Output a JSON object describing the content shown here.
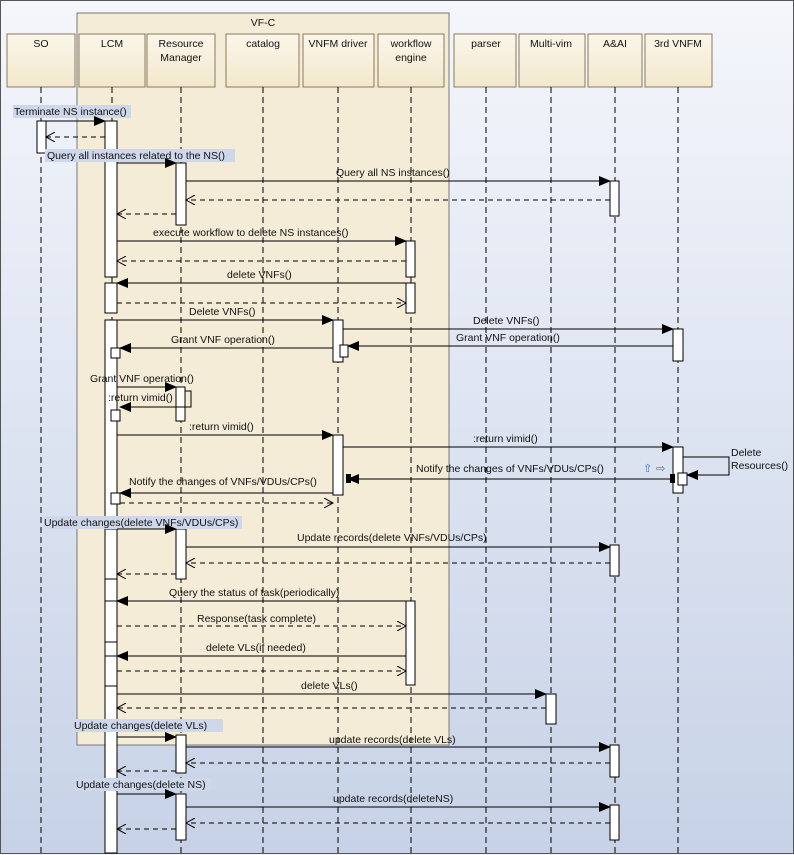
{
  "frame": {
    "title": "VF-C"
  },
  "lifelines": [
    {
      "id": "so",
      "lines": [
        "SO"
      ]
    },
    {
      "id": "lcm",
      "lines": [
        "LCM"
      ]
    },
    {
      "id": "rm",
      "lines": [
        "Resource",
        "Manager"
      ]
    },
    {
      "id": "catalog",
      "lines": [
        "catalog"
      ]
    },
    {
      "id": "vnfmdriver",
      "lines": [
        "VNFM driver"
      ]
    },
    {
      "id": "workflow",
      "lines": [
        "workflow",
        "engine"
      ]
    },
    {
      "id": "parser",
      "lines": [
        "parser"
      ]
    },
    {
      "id": "multivim",
      "lines": [
        "Multi-vim"
      ]
    },
    {
      "id": "aai",
      "lines": [
        "A&AI"
      ]
    },
    {
      "id": "vnfm3rd",
      "lines": [
        "3rd VNFM"
      ]
    }
  ],
  "messages": [
    {
      "id": "m1",
      "text": "Terminate NS instance()"
    },
    {
      "id": "m2",
      "text": "Query all instances related to the NS()"
    },
    {
      "id": "m3",
      "text": "Query all NS instances()"
    },
    {
      "id": "m4",
      "text": "execute workflow to delete NS  instances()"
    },
    {
      "id": "m5",
      "text": "delete VNFs()"
    },
    {
      "id": "m6",
      "text": "Delete VNFs()"
    },
    {
      "id": "m7",
      "text": "Delete VNFs()"
    },
    {
      "id": "m8",
      "text": "Grant VNF operation()"
    },
    {
      "id": "m9",
      "text": "Grant VNF operation()"
    },
    {
      "id": "m10",
      "text": "Grant VNF operation()"
    },
    {
      "id": "m11",
      "text": ":return vimid()"
    },
    {
      "id": "m12",
      "text": ":return vimid()"
    },
    {
      "id": "m13",
      "text": ":return vimid()"
    },
    {
      "id": "m14",
      "text": "Delete"
    },
    {
      "id": "m14b",
      "text": "Resources()"
    },
    {
      "id": "m15",
      "text": "Notify the changes of VNFs/VDUs/CPs()"
    },
    {
      "id": "m16",
      "text": "Notify the changes of VNFs/VDUs/CPs()"
    },
    {
      "id": "m17",
      "text": "Update changes(delete VNFs/VDUs/CPs)"
    },
    {
      "id": "m18",
      "text": "Update records(delete VNFs/VDUs/CPs)"
    },
    {
      "id": "m19",
      "text": "Query the status of task(periodically)"
    },
    {
      "id": "m20",
      "text": "Response(task complete)"
    },
    {
      "id": "m21",
      "text": "delete VLs(if needed)"
    },
    {
      "id": "m22",
      "text": "delete VLs()"
    },
    {
      "id": "m23",
      "text": "Update changes(delete VLs)"
    },
    {
      "id": "m24",
      "text": "update records(delete VLs)"
    },
    {
      "id": "m25",
      "text": "Update changes(delete NS)"
    },
    {
      "id": "m26",
      "text": "update records(deleteNS)"
    }
  ]
}
